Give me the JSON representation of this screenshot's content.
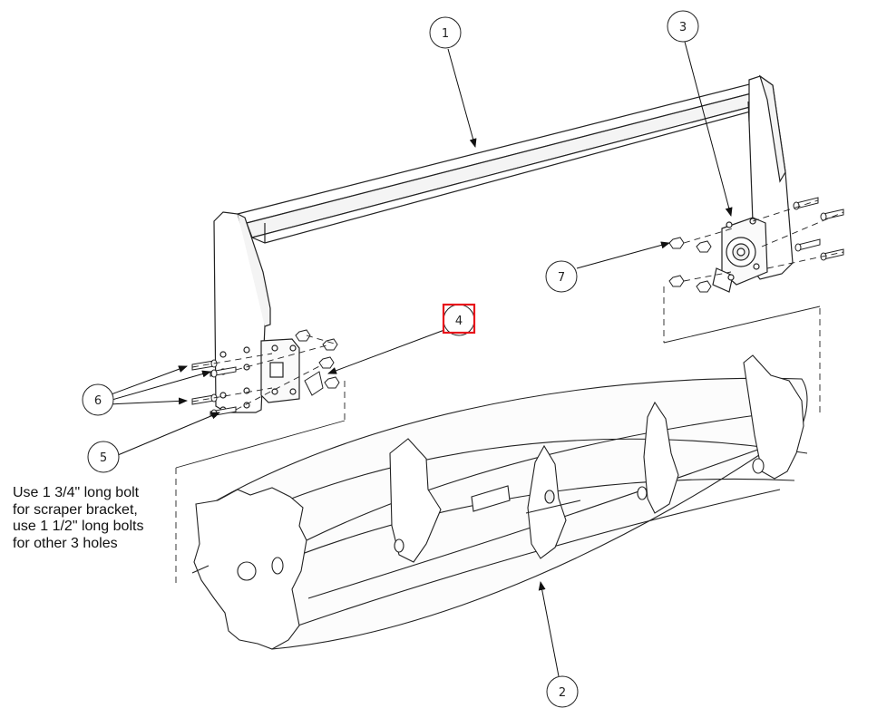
{
  "callouts": {
    "c1": "1",
    "c2": "2",
    "c3": "3",
    "c4": "4",
    "c5": "5",
    "c6": "6",
    "c7": "7"
  },
  "note": {
    "line1": "Use 1 3/4\" long bolt",
    "line2": "for scraper bracket,",
    "line3": "use 1 1/2\" long bolts",
    "line4": "for other 3 holes"
  },
  "highlight_color": "#e8141b"
}
